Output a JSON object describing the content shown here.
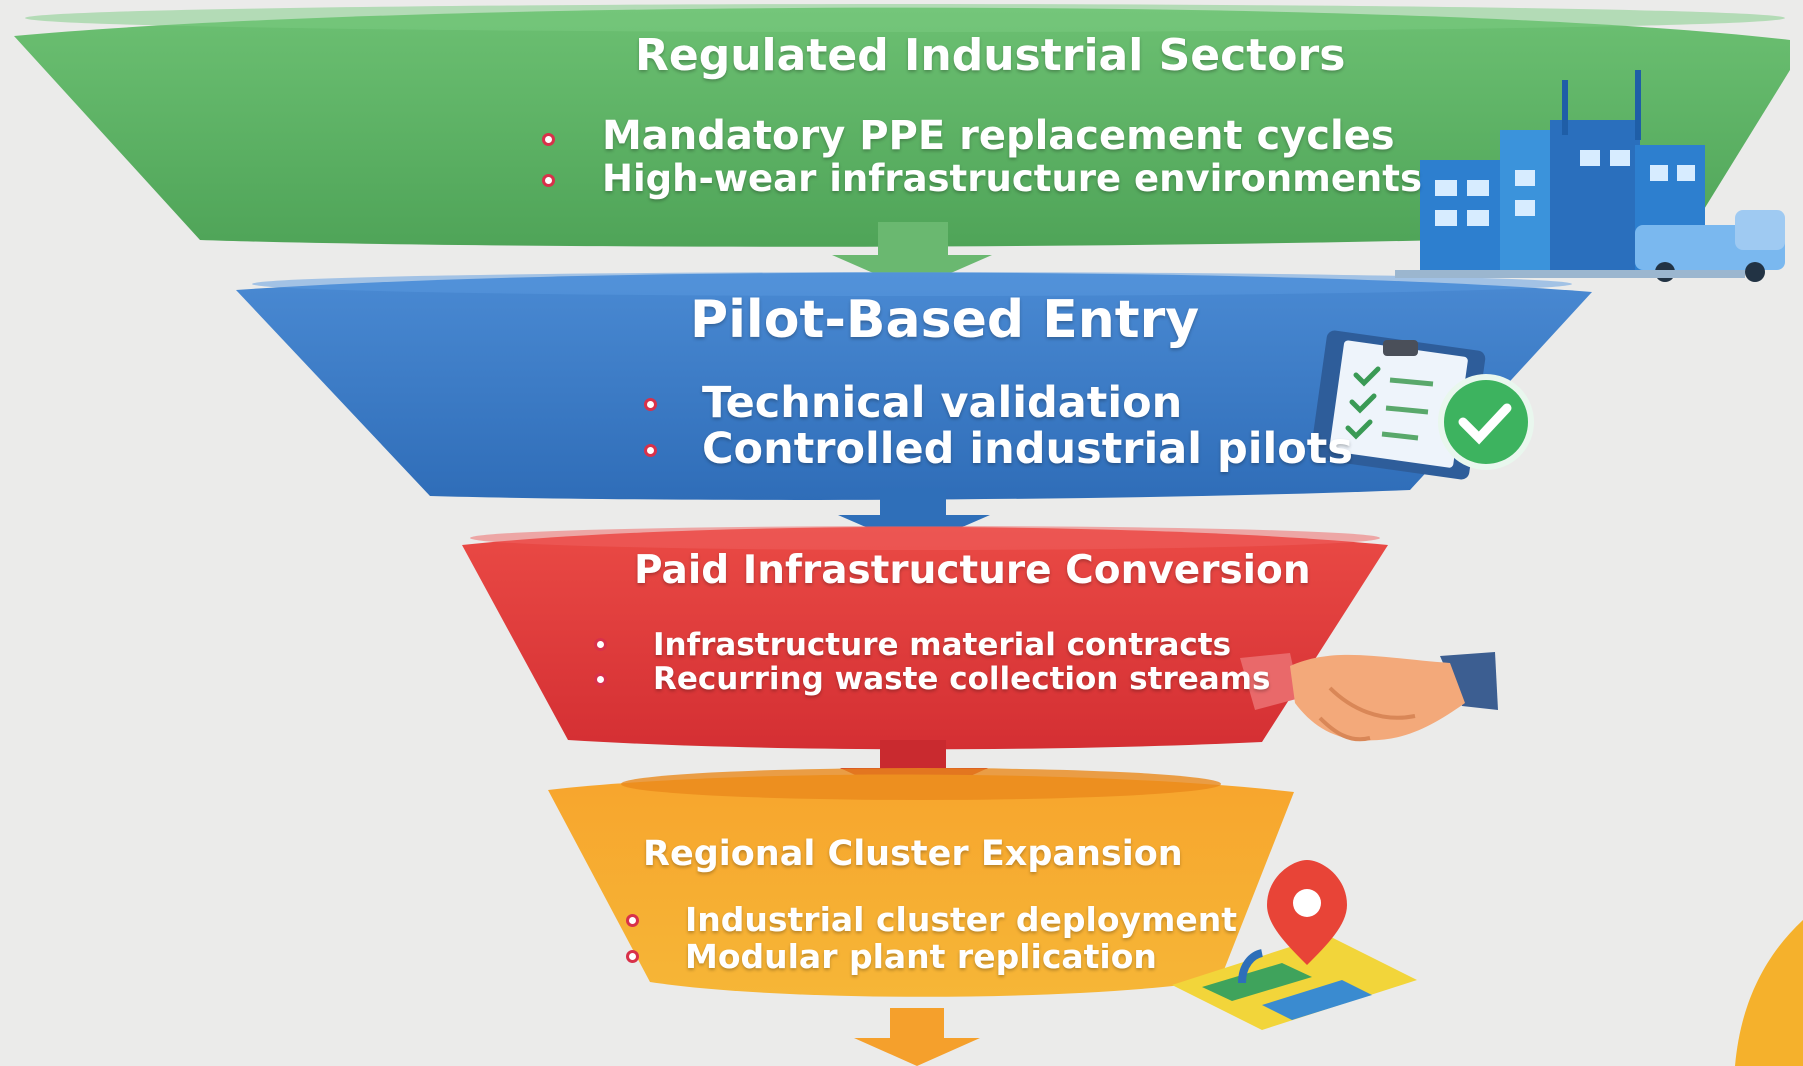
{
  "stages": [
    {
      "title": "Regulated Industrial Sectors",
      "bullets": [
        "Mandatory PPE replacement cycles",
        "High-wear infrastructure environments"
      ],
      "color": "#5fb566",
      "icon": "factory-icon"
    },
    {
      "title": "Pilot-Based Entry",
      "bullets": [
        "Technical validation",
        "Controlled industrial pilots"
      ],
      "color": "#3e7fc9",
      "icon": "checklist-icon"
    },
    {
      "title": "Paid Infrastructure Conversion",
      "bullets": [
        "Infrastructure material contracts",
        "Recurring waste collection streams"
      ],
      "color": "#e2393c",
      "icon": "handshake-icon"
    },
    {
      "title": "Regional Cluster Expansion",
      "bullets": [
        "Industrial cluster deployment",
        "Modular plant replication"
      ],
      "color": "#f5a02c",
      "icon": "map-pin-icon"
    }
  ]
}
